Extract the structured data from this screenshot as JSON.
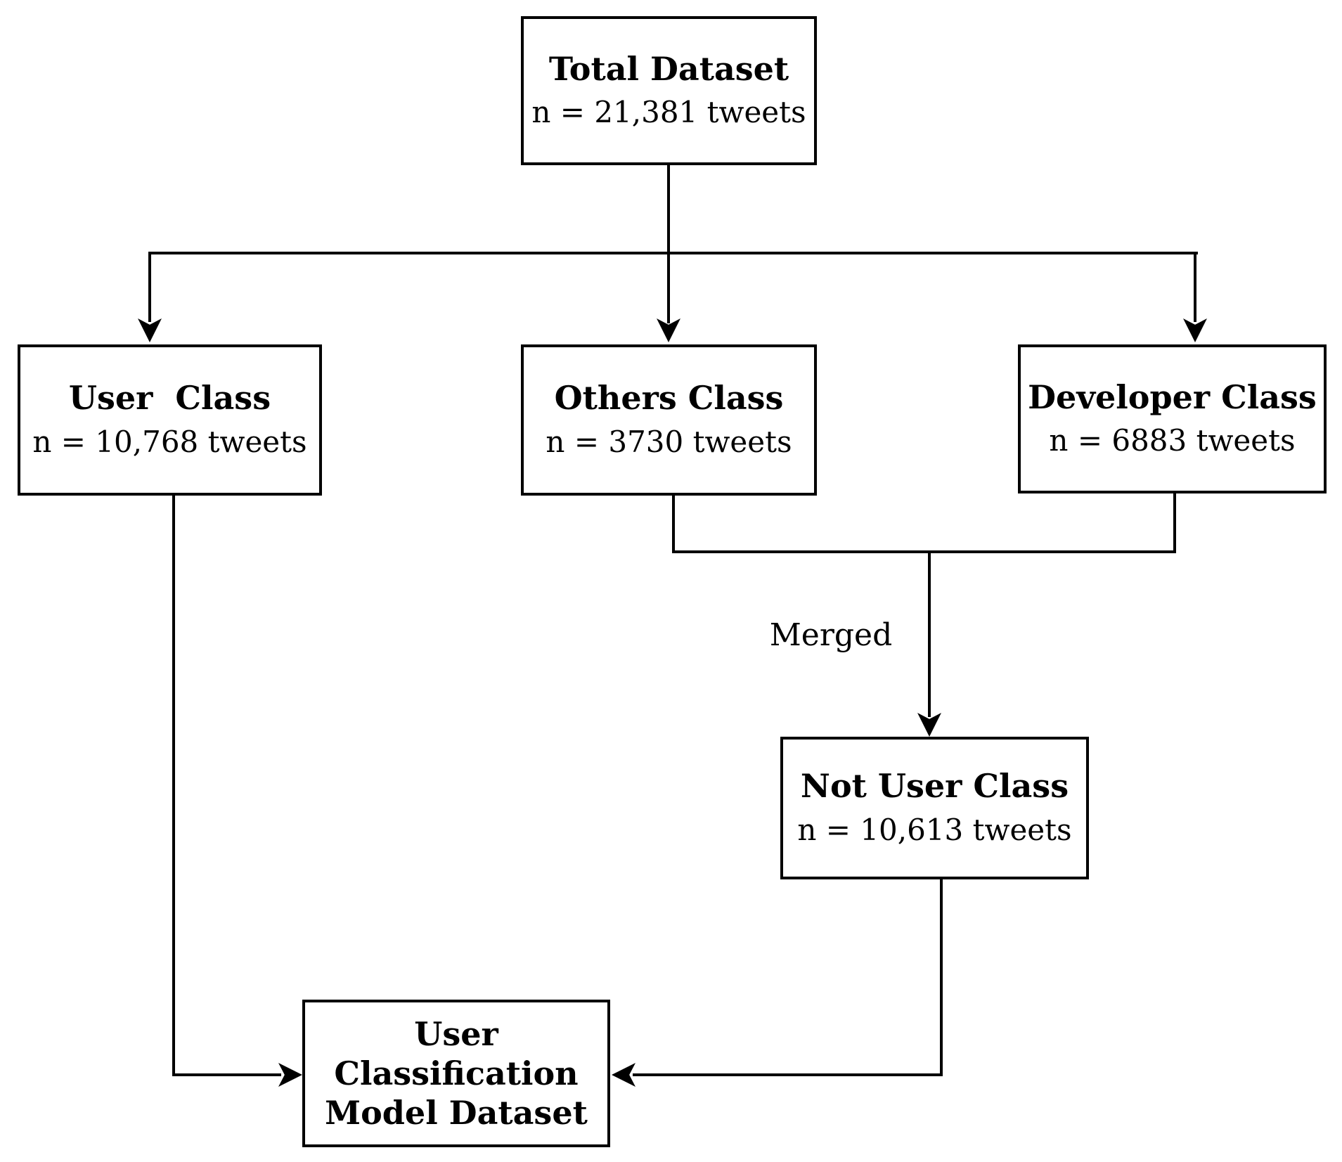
{
  "diagram": {
    "nodes": {
      "total_dataset": {
        "title": "Total Dataset",
        "subtitle": "n = 21,381 tweets"
      },
      "user_class": {
        "title": "User  Class",
        "subtitle": "n = 10,768 tweets"
      },
      "others_class": {
        "title": "Others Class",
        "subtitle": "n = 3730 tweets"
      },
      "developer_class": {
        "title": "Developer Class",
        "subtitle": "n = 6883 tweets"
      },
      "not_user_class": {
        "title": "Not User Class",
        "subtitle": "n = 10,613 tweets"
      },
      "model_dataset": {
        "lines": [
          "User",
          "Classification",
          "Model Dataset"
        ]
      }
    },
    "edge_labels": {
      "merged": "Merged"
    },
    "colors": {
      "line": "#000000",
      "background": "#ffffff",
      "node_background": "#ffffff",
      "text": "#000000"
    }
  }
}
